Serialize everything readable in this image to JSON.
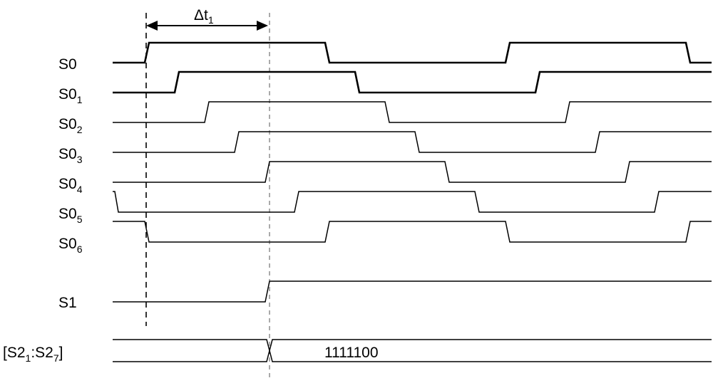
{
  "signals": [
    {
      "id": "s0",
      "base": "S0",
      "sub": ""
    },
    {
      "id": "s01",
      "base": "S0",
      "sub": "1"
    },
    {
      "id": "s02",
      "base": "S0",
      "sub": "2"
    },
    {
      "id": "s03",
      "base": "S0",
      "sub": "3"
    },
    {
      "id": "s04",
      "base": "S0",
      "sub": "4"
    },
    {
      "id": "s05",
      "base": "S0",
      "sub": "5"
    },
    {
      "id": "s06",
      "base": "S0",
      "sub": "6"
    },
    {
      "id": "s1",
      "base": "S1",
      "sub": ""
    }
  ],
  "bus": {
    "label_open": "[S2",
    "label_sub1": "1",
    "label_colon": ":S2",
    "label_sub2": "7",
    "label_close": "]",
    "value": "1111100"
  },
  "interval": {
    "symbol": "Δt",
    "sub": "1"
  }
}
